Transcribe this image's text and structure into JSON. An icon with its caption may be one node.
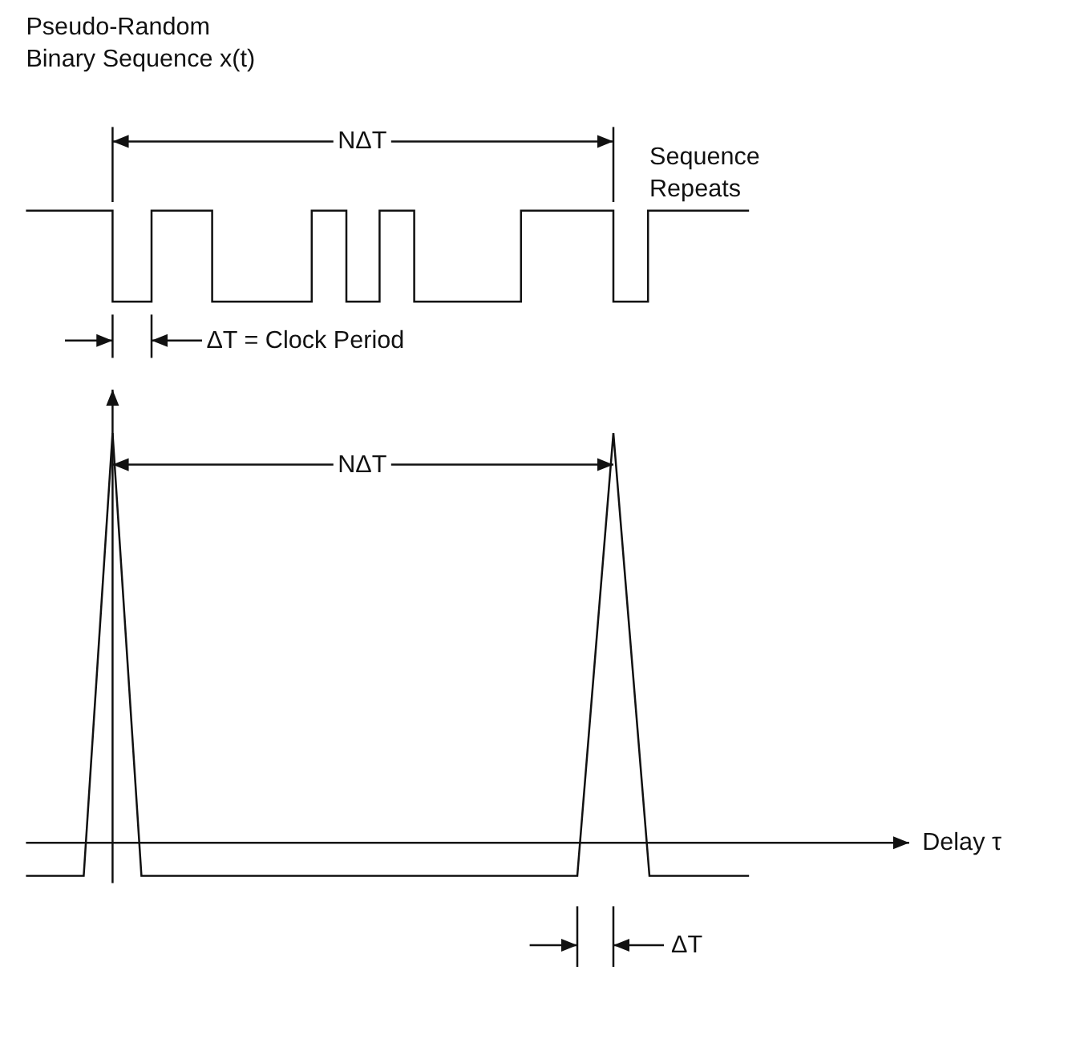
{
  "diagram": {
    "labels": [
      "Pseudo-Random Binary Sequence x(t)",
      "NΔT",
      "Sequence Repeats",
      "ΔT = Clock Period",
      "NΔT",
      "Delay τ",
      "ΔT"
    ]
  }
}
